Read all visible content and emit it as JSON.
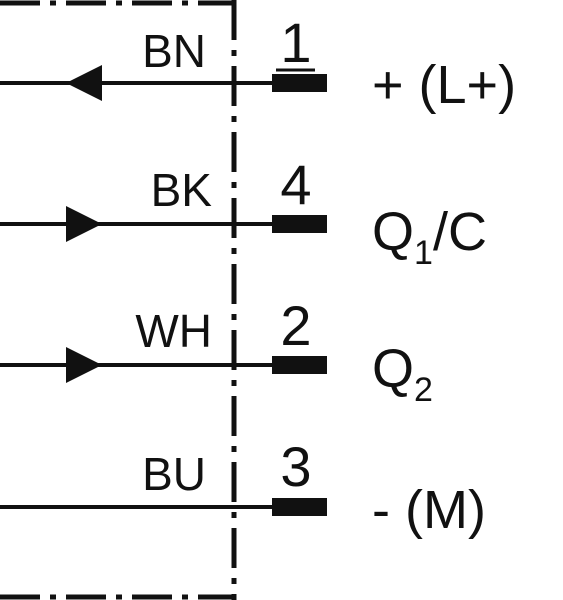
{
  "wiring": {
    "rows": [
      {
        "wire_color": "BN",
        "pin": "1",
        "arrow": "in",
        "signal_main": "+ (L+)",
        "signal_sub": "",
        "signal_tail": ""
      },
      {
        "wire_color": "BK",
        "pin": "4",
        "arrow": "out",
        "signal_main": "Q",
        "signal_sub": "1",
        "signal_tail": "/C"
      },
      {
        "wire_color": "WH",
        "pin": "2",
        "arrow": "out",
        "signal_main": "Q",
        "signal_sub": "2",
        "signal_tail": ""
      },
      {
        "wire_color": "BU",
        "pin": "3",
        "arrow": "none",
        "signal_main": "- (M)",
        "signal_sub": "",
        "signal_tail": ""
      }
    ]
  },
  "colors": {
    "ink": "#111111",
    "background": "#ffffff"
  }
}
